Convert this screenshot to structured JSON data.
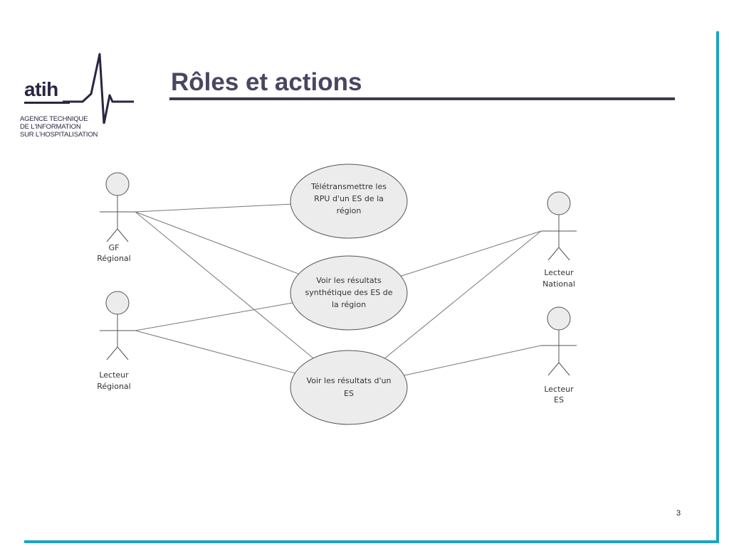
{
  "slide": {
    "title": "Rôles et actions",
    "page_number": "3"
  },
  "logo": {
    "word": "atih",
    "subtitle_lines": [
      "AGENCE TECHNIQUE",
      "DE L'INFORMATION",
      "SUR L'HOSPITALISATION"
    ]
  },
  "colors": {
    "frame_accent": "#1aa3c8",
    "title_text": "#4a4562",
    "title_rule": "#3e3a52",
    "logo_ink": "#2a2540"
  },
  "diagram": {
    "actors": [
      {
        "id": "gf-regional",
        "label_lines": [
          "GF",
          "Régional"
        ]
      },
      {
        "id": "lecteur-regional",
        "label_lines": [
          "Lecteur",
          "Régional"
        ]
      },
      {
        "id": "lecteur-national",
        "label_lines": [
          "Lecteur",
          "National"
        ]
      },
      {
        "id": "lecteur-es",
        "label_lines": [
          "Lecteur",
          "ES"
        ]
      }
    ],
    "use_cases": [
      {
        "id": "teletransmettre",
        "label_lines": [
          "Télétransmettre les",
          "RPU d'un ES de la",
          "région"
        ]
      },
      {
        "id": "voir-synthetique",
        "label_lines": [
          "Voir les résultats",
          "synthétique des ES de",
          "la région"
        ]
      },
      {
        "id": "voir-es",
        "label_lines": [
          "Voir les résultats d'un",
          "ES"
        ]
      }
    ],
    "associations": [
      [
        "gf-regional",
        "teletransmettre"
      ],
      [
        "gf-regional",
        "voir-synthetique"
      ],
      [
        "gf-regional",
        "voir-es"
      ],
      [
        "lecteur-regional",
        "voir-synthetique"
      ],
      [
        "lecteur-regional",
        "voir-es"
      ],
      [
        "lecteur-national",
        "voir-synthetique"
      ],
      [
        "lecteur-national",
        "voir-es"
      ],
      [
        "lecteur-es",
        "voir-es"
      ]
    ]
  }
}
